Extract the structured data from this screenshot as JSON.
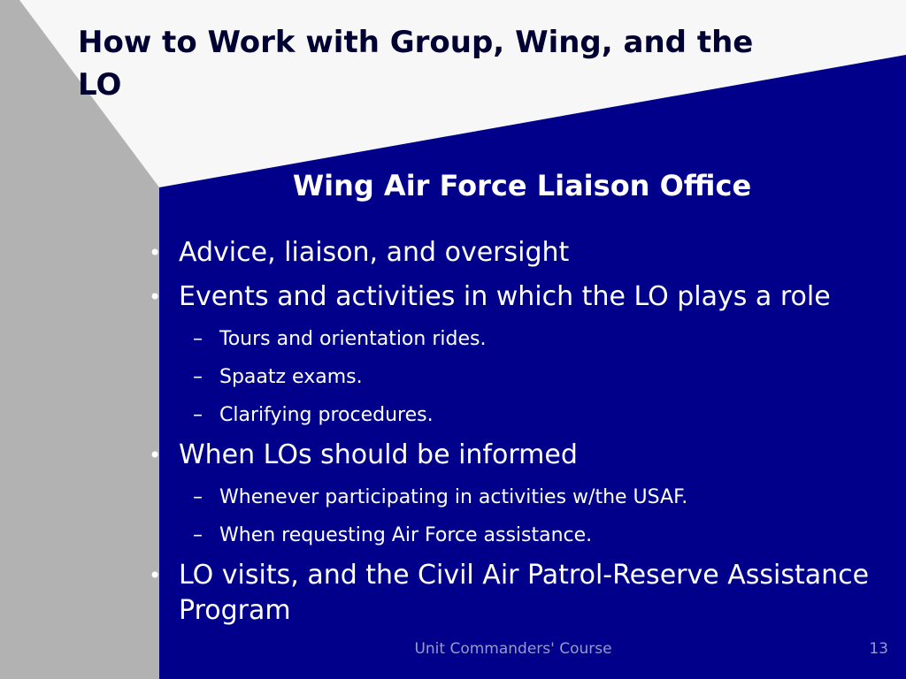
{
  "slide": {
    "title": "How to Work with Group, Wing, and the LO",
    "subtitle": "Wing Air Force Liaison Office",
    "bullets": [
      {
        "text": "Advice, liaison, and oversight"
      },
      {
        "text": "Events and activities in which the LO plays a role",
        "sub": [
          "Tours and orientation rides.",
          "Spaatz exams.",
          "Clarifying procedures."
        ]
      },
      {
        "text": "When LOs should be informed",
        "sub": [
          "Whenever participating in activities w/the USAF.",
          "When requesting Air Force assistance."
        ]
      },
      {
        "text": "LO visits, and the Civil Air Patrol-Reserve Assistance Program"
      }
    ],
    "bullet_mark": "•",
    "sub_mark": "–",
    "footer": "Unit Commanders' Course",
    "page_number": "13"
  },
  "colors": {
    "navy": "#00008b",
    "gray": "#b2b2b2",
    "light": "#f7f7f7",
    "white": "#ffffff",
    "footer_text": "#9999cc"
  }
}
